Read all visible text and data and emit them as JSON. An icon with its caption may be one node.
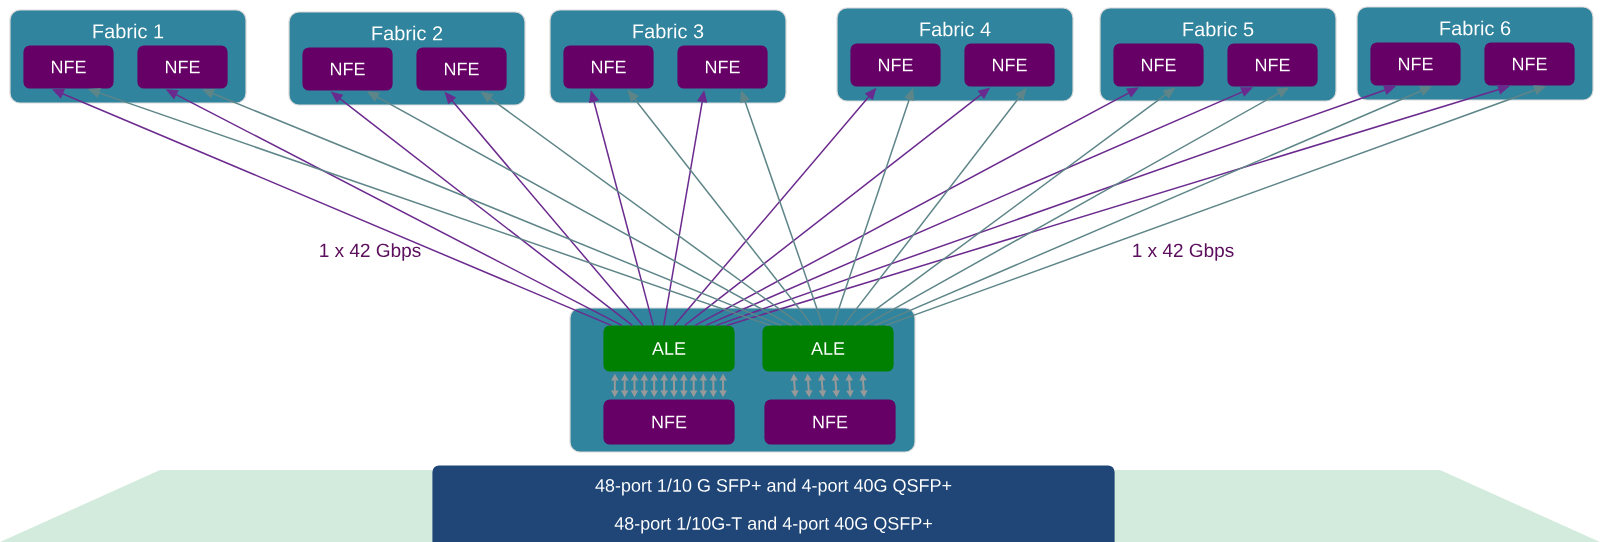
{
  "diagram": {
    "nodes": [
      {
        "text": [
          "Fabric 1"
        ]
      },
      {
        "text": [
          "NFE"
        ],
        "in": 0
      },
      {
        "text": [
          "NFE"
        ],
        "in": 0
      },
      {
        "text": [
          "Fabric 2"
        ]
      },
      {
        "text": [
          "NFE"
        ],
        "in": 3
      },
      {
        "text": [
          "NFE"
        ],
        "in": 3
      },
      {
        "text": [
          "Fabric 3"
        ]
      },
      {
        "text": [
          "NFE"
        ],
        "in": 6
      },
      {
        "text": [
          "NFE"
        ],
        "in": 6
      },
      {
        "text": [
          "Fabric 4"
        ]
      },
      {
        "text": [
          "NFE"
        ],
        "in": 9
      },
      {
        "text": [
          "NFE"
        ],
        "in": 9
      },
      {
        "text": [
          "Fabric 5"
        ]
      },
      {
        "text": [
          "NFE"
        ],
        "in": 12
      },
      {
        "text": [
          "NFE"
        ],
        "in": 12
      },
      {
        "text": [
          "Fabric 6"
        ]
      },
      {
        "text": [
          "NFE"
        ],
        "in": 15
      },
      {
        "text": [
          "NFE"
        ],
        "in": 15
      },
      {
        "text": [],
        "shape": "box"
      },
      {
        "text": [
          "ALE"
        ],
        "in": 18
      },
      {
        "text": [
          "ALE"
        ],
        "in": 18
      },
      {
        "text": [
          "NFE"
        ],
        "in": 18
      },
      {
        "text": [
          "NFE"
        ],
        "in": 18
      },
      {
        "text": [
          "48-port 1/10 G SFP+ and 4-port 40G QSFP+",
          "48-port 1/10G-T and 4-port 40G QSFP+"
        ]
      }
    ],
    "edges": [
      {
        "from": 19,
        "to": 1,
        "arrow": "to",
        "color": "#6b2a8e"
      },
      {
        "from": 19,
        "to": 2,
        "arrow": "to",
        "color": "#6b2a8e"
      },
      {
        "from": 19,
        "to": 4,
        "arrow": "to",
        "color": "#6b2a8e"
      },
      {
        "from": 19,
        "to": 5,
        "arrow": "to",
        "color": "#6b2a8e"
      },
      {
        "from": 19,
        "to": 7,
        "arrow": "to",
        "color": "#6b2a8e"
      },
      {
        "from": 19,
        "to": 8,
        "arrow": "to",
        "color": "#6b2a8e"
      },
      {
        "from": 19,
        "to": 10,
        "arrow": "to",
        "color": "#6b2a8e"
      },
      {
        "from": 19,
        "to": 11,
        "arrow": "to",
        "color": "#6b2a8e"
      },
      {
        "from": 19,
        "to": 13,
        "arrow": "to",
        "color": "#6b2a8e"
      },
      {
        "from": 19,
        "to": 14,
        "arrow": "to",
        "color": "#6b2a8e"
      },
      {
        "from": 19,
        "to": 16,
        "arrow": "to",
        "color": "#6b2a8e"
      },
      {
        "from": 19,
        "to": 17,
        "arrow": "to",
        "color": "#6b2a8e"
      },
      {
        "from": 20,
        "to": 1,
        "arrow": "to",
        "color": "#5e8588"
      },
      {
        "from": 20,
        "to": 2,
        "arrow": "to",
        "color": "#5e8588"
      },
      {
        "from": 20,
        "to": 4,
        "arrow": "to",
        "color": "#5e8588"
      },
      {
        "from": 20,
        "to": 5,
        "arrow": "to",
        "color": "#5e8588"
      },
      {
        "from": 20,
        "to": 7,
        "arrow": "to",
        "color": "#5e8588"
      },
      {
        "from": 20,
        "to": 8,
        "arrow": "to",
        "color": "#5e8588"
      },
      {
        "from": 20,
        "to": 10,
        "arrow": "to",
        "color": "#5e8588"
      },
      {
        "from": 20,
        "to": 11,
        "arrow": "to",
        "color": "#5e8588"
      },
      {
        "from": 20,
        "to": 13,
        "arrow": "to",
        "color": "#5e8588"
      },
      {
        "from": 20,
        "to": 14,
        "arrow": "to",
        "color": "#5e8588"
      },
      {
        "from": 20,
        "to": 16,
        "arrow": "to",
        "color": "#5e8588"
      },
      {
        "from": 20,
        "to": 17,
        "arrow": "to",
        "color": "#5e8588"
      },
      {
        "from": 19,
        "to": 21,
        "arrow": "both",
        "color": "#999999"
      },
      {
        "from": 19,
        "to": 21,
        "arrow": "both",
        "color": "#999999"
      },
      {
        "from": 19,
        "to": 21,
        "arrow": "both",
        "color": "#999999"
      },
      {
        "from": 19,
        "to": 21,
        "arrow": "both",
        "color": "#999999"
      },
      {
        "from": 19,
        "to": 21,
        "arrow": "both",
        "color": "#999999"
      },
      {
        "from": 19,
        "to": 21,
        "arrow": "both",
        "color": "#999999"
      },
      {
        "from": 19,
        "to": 21,
        "arrow": "both",
        "color": "#999999"
      },
      {
        "from": 19,
        "to": 21,
        "arrow": "both",
        "color": "#999999"
      },
      {
        "from": 19,
        "to": 21,
        "arrow": "both",
        "color": "#999999"
      },
      {
        "from": 19,
        "to": 21,
        "arrow": "both",
        "color": "#999999"
      },
      {
        "from": 19,
        "to": 21,
        "arrow": "both",
        "color": "#999999"
      },
      {
        "from": 19,
        "to": 21,
        "arrow": "both",
        "color": "#999999"
      },
      {
        "from": 20,
        "to": 22,
        "arrow": "both",
        "color": "#999999"
      },
      {
        "from": 20,
        "to": 22,
        "arrow": "both",
        "color": "#999999"
      },
      {
        "from": 20,
        "to": 22,
        "arrow": "both",
        "color": "#999999"
      },
      {
        "from": 20,
        "to": 22,
        "arrow": "both",
        "color": "#999999"
      },
      {
        "from": 20,
        "to": 22,
        "arrow": "both",
        "color": "#999999"
      },
      {
        "from": 20,
        "to": 22,
        "arrow": "both",
        "color": "#999999"
      }
    ],
    "labels": [
      "1 x 42 Gbps",
      "1 x 42 Gbps"
    ]
  }
}
